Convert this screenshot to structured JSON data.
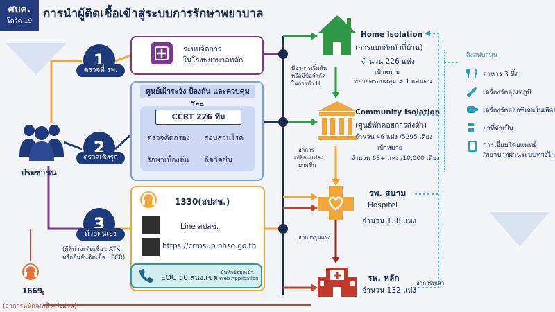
{
  "header": {
    "logo_line1": "ศบค.",
    "logo_line2": "โควิด-19",
    "title": "การนำผู้ติดเชื้อเข้าสู่ระบบการรักษาพยาบาล"
  },
  "people": {
    "label": "ประชาชน",
    "hotline": "1669",
    "hotline_note": "(อาการหนักฉุกเฉินเร่งด่วน)"
  },
  "steps": [
    {
      "num": "1",
      "label": "ตรวจที่ รพ."
    },
    {
      "num": "2",
      "label": "ตรวจเชิงรุก"
    },
    {
      "num": "3",
      "label": "ด้วยตนเอง"
    }
  ],
  "step3_note": {
    "line1": "(ผู้ที่น่าจะติดเชื้อ : ATK",
    "line2": "หรือยืนยันติดเชื้อ : PCR)"
  },
  "box1": {
    "line1": "ระบบจัดการ",
    "line2": "ในโรงพยาบาลหลัก"
  },
  "box2": {
    "header": "ศูนย์เฝ้าระวัง ป้องกัน และควบคุมโรค",
    "ccrt": "CCRT  226 ทีม",
    "items": [
      "ตรวจคัดกรอง",
      "สอบสวนโรค",
      "รักษาเบื้องต้น",
      "ฉีดวัคซีน"
    ]
  },
  "box3": {
    "hotline": "1330(สปสช.)",
    "line_label": "Line สปสช.",
    "url": "https://crmsup.nhso.go.th",
    "eoc": "EOC 50 สนง.เขต",
    "eoc_note1": "บันทึกข้อมูลเข้า",
    "eoc_note2": "Web  Application"
  },
  "mid_notes": {
    "start1": "มีอาการเริ่มต้น",
    "start2": "หรือมีข้อจำกัด",
    "start3": "ในการทำ HI",
    "change1": "อาการ",
    "change2": "เปลี่ยนแปลง",
    "change3": "มากขึ้น",
    "severe": "อาการรุนแรง",
    "better": "อาการทุเลา"
  },
  "destinations": {
    "home": {
      "title": "Home Isolation",
      "sub": "(การแยกกักตัวที่บ้าน)",
      "count": "จำนวน  226  แห่ง",
      "target": "เป้าหมาย",
      "target_val": "ขยายครอบคลุม > 1 แสนคน"
    },
    "community": {
      "title": "Community Isolation",
      "sub": "(ศูนย์พักคอยการส่งตัว)",
      "count": "จำนวน 46 แห่ง /5295 เตียง",
      "target": "เป้าหมาย",
      "target_val": "จำนวน 68+ แห่ง /10,000 เตียง"
    },
    "field": {
      "title": "รพ. สนาม",
      "sub": "Hospitel",
      "count": "จำนวน 138 แห่ง"
    },
    "main": {
      "title": "รพ. หลัก",
      "count": "จำนวน 132 แห่ง"
    }
  },
  "support": {
    "title": "สิ่งสนับสนุน",
    "items": [
      "อาหาร 3 มื้อ",
      "เครื่องวัดอุณหภูมิ",
      "เครื่องวัดออกซิเจนในเลือด",
      "ยาที่จำเป็น",
      "การเยี่ยมโดยแพทย์",
      "/พยาบาลผ่านระบบทางไกล"
    ]
  },
  "colors": {
    "navy": "#1f3a7a",
    "green": "#2e9a48",
    "orange": "#f0a73a",
    "purple": "#7a3a94",
    "red": "#c0392b",
    "brown": "#b24a32",
    "teal": "#2a9fb8"
  }
}
